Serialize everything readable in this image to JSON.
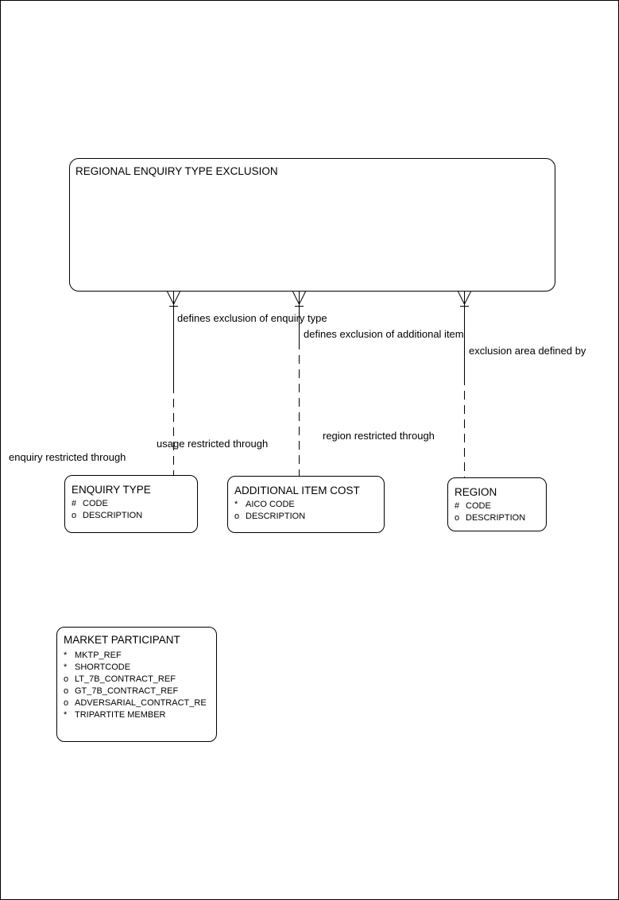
{
  "canvas": {
    "background_color": "#ffffff",
    "stroke_color": "#000000"
  },
  "main_entity": {
    "title": "REGIONAL ENQUIRY TYPE EXCLUSION"
  },
  "relationships": [
    {
      "source_end_label": "defines exclusion of enquiry type",
      "target_end_label": "enquiry restricted through",
      "crow_foot_end": "top",
      "line_style": "solid upper half, dashed lower half"
    },
    {
      "source_end_label": "defines exclusion of additional item",
      "target_end_label": "usage restricted through",
      "crow_foot_end": "top",
      "line_style": "solid upper part, dashed lower part"
    },
    {
      "source_end_label": "exclusion area defined by",
      "target_end_label": "region restricted through",
      "crow_foot_end": "top",
      "line_style": "solid upper half, dashed lower half"
    }
  ],
  "entities": [
    {
      "title": "ENQUIRY TYPE",
      "attributes": [
        {
          "prefix": "#",
          "name": "CODE"
        },
        {
          "prefix": "o",
          "name": "DESCRIPTION"
        }
      ]
    },
    {
      "title": "ADDITIONAL ITEM COST",
      "attributes": [
        {
          "prefix": "*",
          "name": "AICO CODE"
        },
        {
          "prefix": "o",
          "name": "DESCRIPTION"
        }
      ]
    },
    {
      "title": "REGION",
      "attributes": [
        {
          "prefix": "#",
          "name": "CODE"
        },
        {
          "prefix": "o",
          "name": "DESCRIPTION"
        }
      ]
    },
    {
      "title": "MARKET PARTICIPANT",
      "attributes": [
        {
          "prefix": "*",
          "name": "MKTP_REF"
        },
        {
          "prefix": "*",
          "name": "SHORTCODE"
        },
        {
          "prefix": "o",
          "name": "LT_7B_CONTRACT_REF"
        },
        {
          "prefix": "o",
          "name": "GT_7B_CONTRACT_REF"
        },
        {
          "prefix": "o",
          "name": "ADVERSARIAL_CONTRACT_RE"
        },
        {
          "prefix": "*",
          "name": "TRIPARTITE MEMBER"
        }
      ]
    }
  ]
}
